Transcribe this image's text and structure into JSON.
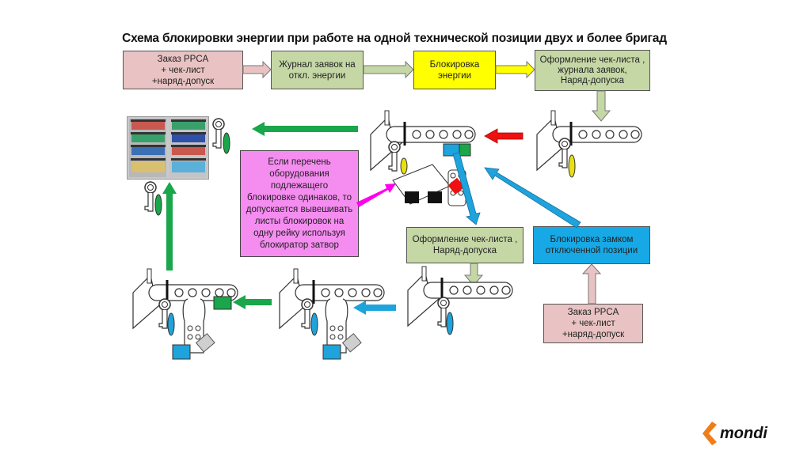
{
  "title": "Схема блокировки энергии при работе на одной технической позиции двух и более бригад",
  "top_flow": [
    {
      "id": "order",
      "text": "Заказ PPCA\n+ чек-лист\n+наряд-допуск",
      "color": "#e9c3c3"
    },
    {
      "id": "journal",
      "text": "Журнал заявок на\nоткл. энергии",
      "color": "#c6d7a6"
    },
    {
      "id": "lockout",
      "text": "Блокировка\nэнергии",
      "color": "#ffff00"
    },
    {
      "id": "paperwork",
      "text": "Оформление чек-листа ,\nжурнала заявок,\nНаряд-допуска",
      "color": "#c6d7a6"
    }
  ],
  "note_box": {
    "text": "Если перечень\nоборудования\nподлежащего\nблокировке одинаков, то\nдопускается вывешивать\nлисты блокировок на\nодну рейку используя\nблокиратор затвор",
    "color": "#f58cf0"
  },
  "mid_boxes": [
    {
      "id": "paperwork2",
      "text": "Оформление чек-листа ,\nНаряд-допуска",
      "color": "#c6d7a6"
    },
    {
      "id": "lock-position",
      "text": "Блокировка замком\nотключенной позиции",
      "color": "#17a9e6"
    },
    {
      "id": "order2",
      "text": "Заказ PPCA\n+ чек-лист\n+наряд-допуск",
      "color": "#e9c3c3"
    }
  ],
  "icons": [
    "key-cabinet-icon",
    "key-icon",
    "lockout-hasp-icon",
    "padlock-icon",
    "arrow-icon"
  ],
  "colors": {
    "green_arrow": "#1aa64a",
    "blue_arrow": "#1ea3dc",
    "red_arrow": "#ee1111",
    "magenta_arrow": "#ff00ee",
    "brand": "#f07d1a"
  },
  "logo": {
    "text": "mondi"
  }
}
